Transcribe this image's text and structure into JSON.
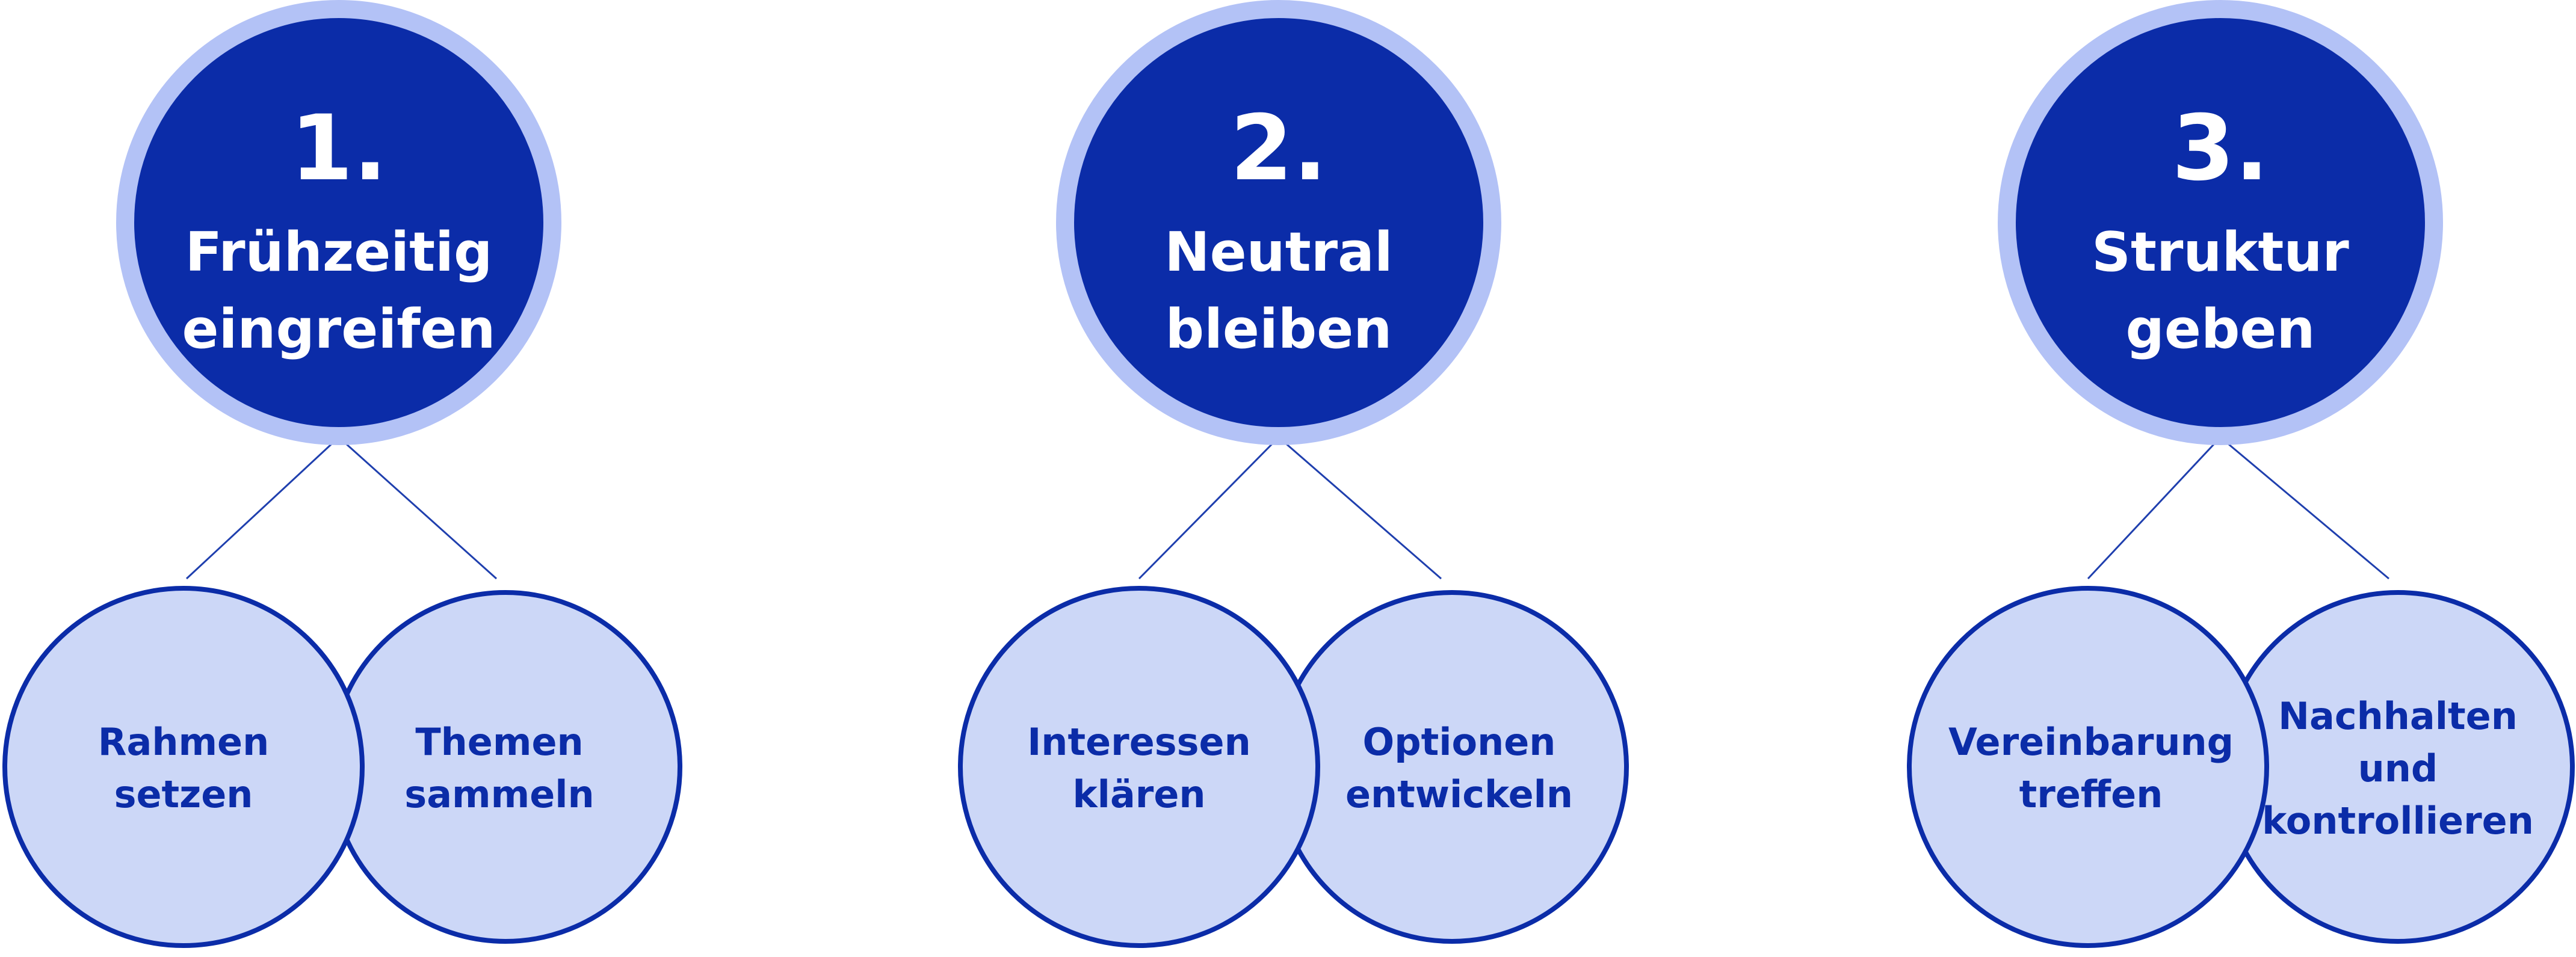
{
  "colors": {
    "main_fill": "#0b2ca8",
    "main_ring": "#b3c2f6",
    "sub_fill": "#ccd7f7",
    "sub_stroke": "#0b2ca8",
    "connector": "#1f3fae",
    "main_text": "#ffffff",
    "sub_text": "#0b2ca8"
  },
  "steps": [
    {
      "number": "1.",
      "title_lines": [
        "Frühzeitig",
        "eingreifen"
      ],
      "children": [
        {
          "lines": [
            "Rahmen",
            "setzen"
          ]
        },
        {
          "lines": [
            "Themen",
            "sammeln"
          ]
        }
      ]
    },
    {
      "number": "2.",
      "title_lines": [
        "Neutral",
        "bleiben"
      ],
      "children": [
        {
          "lines": [
            "Interessen",
            "klären"
          ]
        },
        {
          "lines": [
            "Optionen",
            "entwickeln"
          ]
        }
      ]
    },
    {
      "number": "3.",
      "title_lines": [
        "Struktur",
        "geben"
      ],
      "children": [
        {
          "lines": [
            "Vereinbarung",
            "treffen"
          ]
        },
        {
          "lines": [
            "Nachhalten",
            "und",
            "kontrollieren"
          ]
        }
      ]
    }
  ]
}
